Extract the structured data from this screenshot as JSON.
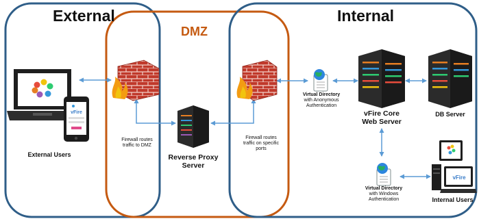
{
  "zones": {
    "external": "External",
    "dmz": "DMZ",
    "internal": "Internal"
  },
  "nodes": {
    "external_users": "External Users",
    "reverse_proxy": [
      "Reverse Proxy",
      "Server"
    ],
    "vfire_core": [
      "vFire Core",
      "Web Server"
    ],
    "db_server": "DB Server",
    "internal_users": "Internal Users",
    "vdir_anon": [
      "Virtual Directory",
      "with Anonymous",
      "Authentication"
    ],
    "vdir_windows": [
      "Virtual Directory",
      "with Windows",
      "Authentication"
    ],
    "fw_dmz_note": [
      "Firewall routes",
      "traffic to DMZ"
    ],
    "fw_internal_note": [
      "Firewall routes",
      "traffic on specific",
      "ports"
    ]
  },
  "device_screen_text": "vFire",
  "colors": {
    "external_border": "#2f5e88",
    "dmz_border": "#c55a11",
    "dmz_title": "#c55a11",
    "internal_border": "#2f5e88",
    "arrow": "#5b9bd5",
    "brick": "#c0392b",
    "server_body": "#2b2b2b"
  },
  "icons": [
    "laptop-icon",
    "phone-icon",
    "firewall-icon",
    "server-icon",
    "globe-document-icon",
    "desktop-computer-icon"
  ]
}
